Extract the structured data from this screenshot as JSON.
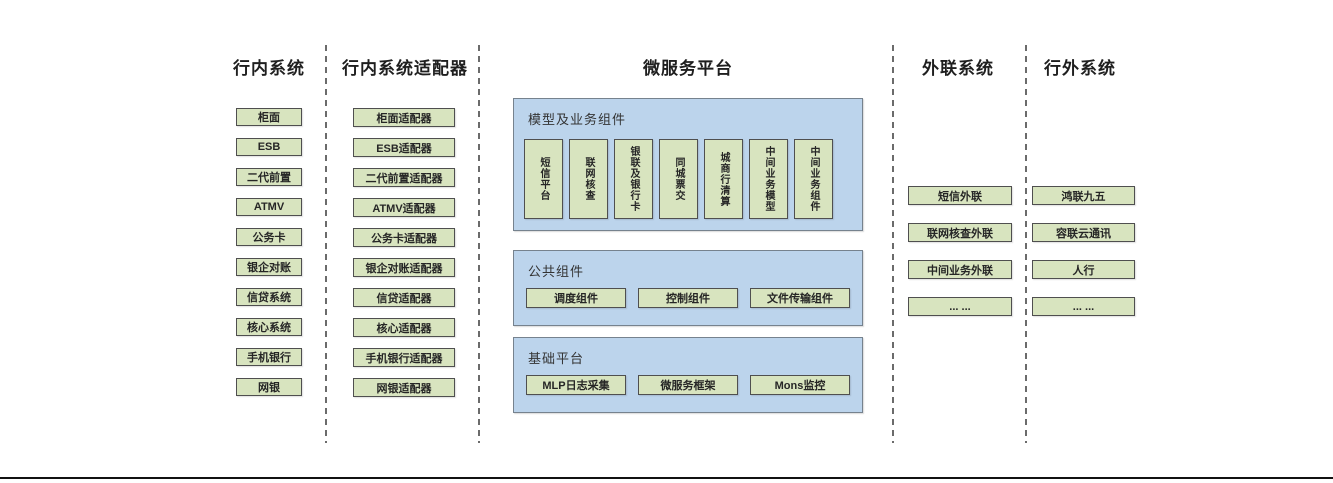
{
  "diagram": {
    "col_inbank": {
      "title": "行内系统",
      "items": [
        "柜面",
        "ESB",
        "二代前置",
        "ATMV",
        "公务卡",
        "银企对账",
        "信贷系统",
        "核心系统",
        "手机银行",
        "网银"
      ]
    },
    "col_adapter": {
      "title": "行内系统适配器",
      "items": [
        "柜面适配器",
        "ESB适配器",
        "二代前置适配器",
        "ATMV适配器",
        "公务卡适配器",
        "银企对账适配器",
        "信贷适配器",
        "核心适配器",
        "手机银行适配器",
        "网银适配器"
      ]
    },
    "platform": {
      "title": "微服务平台",
      "model_section": {
        "label": "模型及业务组件",
        "items": [
          "短信平台",
          "联网核查",
          "银联及银行卡",
          "同城票交",
          "城商行清算",
          "中间业务模型",
          "中间业务组件"
        ]
      },
      "common_section": {
        "label": "公共组件",
        "items": [
          "调度组件",
          "控制组件",
          "文件传输组件"
        ]
      },
      "base_section": {
        "label": "基础平台",
        "items": [
          "MLP日志采集",
          "微服务框架",
          "Mons监控"
        ]
      }
    },
    "col_external": {
      "title": "外联系统",
      "items": [
        "短信外联",
        "联网核查外联",
        "中间业务外联",
        "... ..."
      ]
    },
    "col_outside": {
      "title": "行外系统",
      "items": [
        "鸿联九五",
        "容联云通讯",
        "人行",
        "... ..."
      ]
    }
  },
  "colors": {
    "box_fill": "#d8e4bf",
    "box_border": "#4f4f4f",
    "panel_fill": "#bcd4ec",
    "panel_border": "#76828e",
    "separator": "#6b6b6b",
    "bottom_rule": "#111111"
  }
}
